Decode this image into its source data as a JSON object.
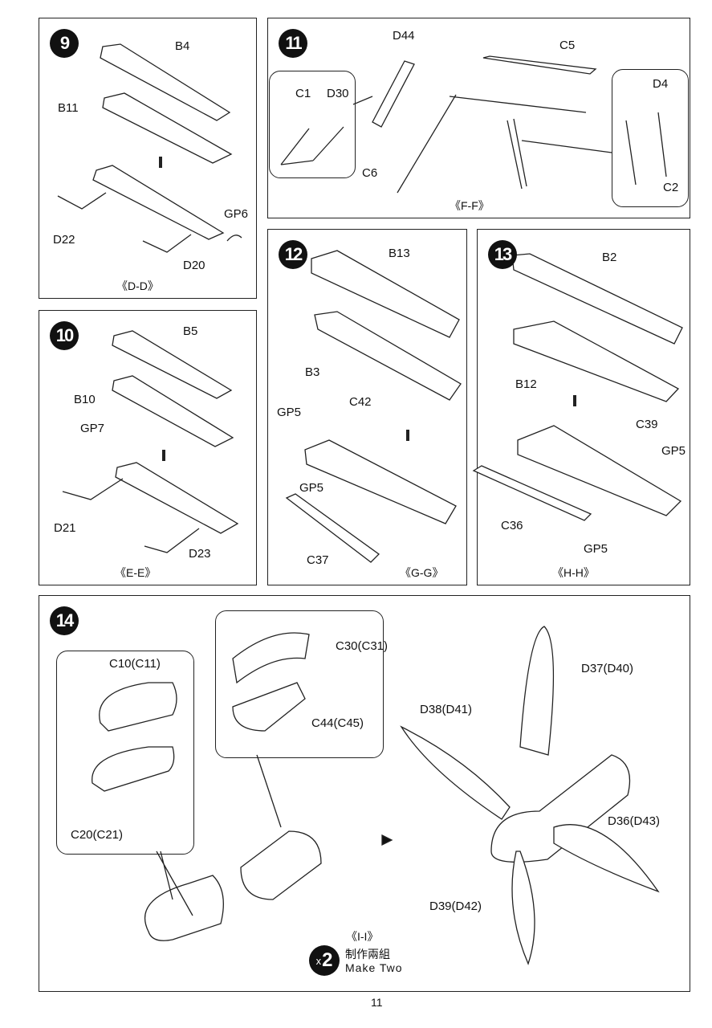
{
  "page_number": "11",
  "steps": [
    {
      "number": "9",
      "caption": "《D-D》",
      "labels": [
        "B4",
        "B11",
        "GP6",
        "D22",
        "D20"
      ]
    },
    {
      "number": "11",
      "caption": "《F-F》",
      "labels": [
        "D44",
        "C5",
        "C1",
        "D30",
        "D4",
        "C6",
        "C2"
      ]
    },
    {
      "number": "10",
      "caption": "《E-E》",
      "labels": [
        "B5",
        "B10",
        "GP7",
        "D21",
        "D23"
      ]
    },
    {
      "number": "12",
      "caption": "《G-G》",
      "labels": [
        "B13",
        "B3",
        "GP5",
        "C42",
        "GP5",
        "C37"
      ]
    },
    {
      "number": "13",
      "caption": "《H-H》",
      "labels": [
        "B2",
        "B12",
        "C39",
        "GP5",
        "C36",
        "GP5"
      ]
    },
    {
      "number": "14",
      "caption": "《I-I》",
      "labels": [
        "C10(C11)",
        "C20(C21)",
        "C30(C31)",
        "C44(C45)",
        "D37(D40)",
        "D38(D41)",
        "D36(D43)",
        "D39(D42)"
      ],
      "quantity": {
        "prefix": "x",
        "count": "2",
        "text_zh": "制作兩組",
        "text_en": "Make Two"
      }
    }
  ]
}
